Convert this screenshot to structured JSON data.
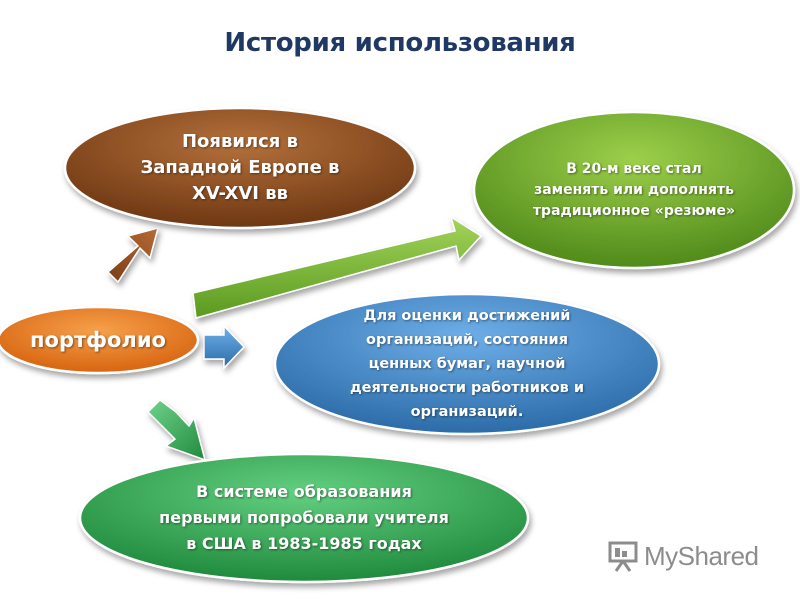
{
  "title": "История использования",
  "nodes": {
    "center": "портфолио",
    "top": "Появился в\nЗападной Европе в\nXV-XVI вв",
    "right_top": "В 20-м веке стал\nзаменять или дополнять\nтрадиционное «резюме»",
    "right_middle": "Для оценки достижений\nорганизаций, состояния\nценных бумаг, научной\nдеятельности работников и\nорганизаций.",
    "bottom": "В системе образования\nпервыми попробовали учителя\nв США в 1983-1985 годах"
  },
  "watermark": {
    "text": "MyShared",
    "icon": "presentation-board-icon"
  },
  "colors": {
    "title": "#1f3864",
    "center": "#e8731a",
    "top": "#8a4b1f",
    "right_top": "#6aa52a",
    "right_middle": "#3a7fc0",
    "bottom": "#2ea64f"
  }
}
